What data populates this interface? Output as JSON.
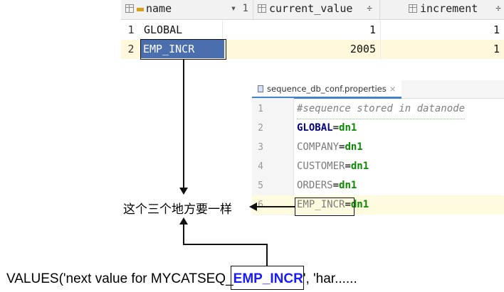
{
  "grid": {
    "headers": [
      {
        "label": "name",
        "sort": "▾ 1"
      },
      {
        "label": "current_value",
        "sort": "÷"
      },
      {
        "label": "increment",
        "sort": "÷"
      }
    ],
    "rows": [
      {
        "num": "1",
        "name": "GLOBAL",
        "current_value": "1",
        "increment": "1"
      },
      {
        "num": "2",
        "name": "EMP_INCR",
        "current_value": "2005",
        "increment": "1"
      }
    ]
  },
  "editor": {
    "tab_label": "sequence_db_conf.properties",
    "tab_close": "×",
    "lines": [
      {
        "num": "1",
        "comment": "#sequence stored in datanode"
      },
      {
        "num": "2",
        "key": "GLOBAL",
        "eq": "=",
        "val": "dn1"
      },
      {
        "num": "3",
        "key": "COMPANY",
        "eq": "=",
        "val": "dn1"
      },
      {
        "num": "4",
        "key": "CUSTOMER",
        "eq": "=",
        "val": "dn1"
      },
      {
        "num": "5",
        "key": "ORDERS",
        "eq": "=",
        "val": "dn1"
      },
      {
        "num": "6",
        "key": "EMP_INCR",
        "eq": "=",
        "val": "dn1"
      }
    ]
  },
  "annotation": {
    "label": "这个三个地方要一样",
    "sql_prefix": "VALUES('next value for MYCATSEQ_",
    "sql_highlight": "EMP_INCR",
    "sql_suffix": "', 'har......"
  }
}
